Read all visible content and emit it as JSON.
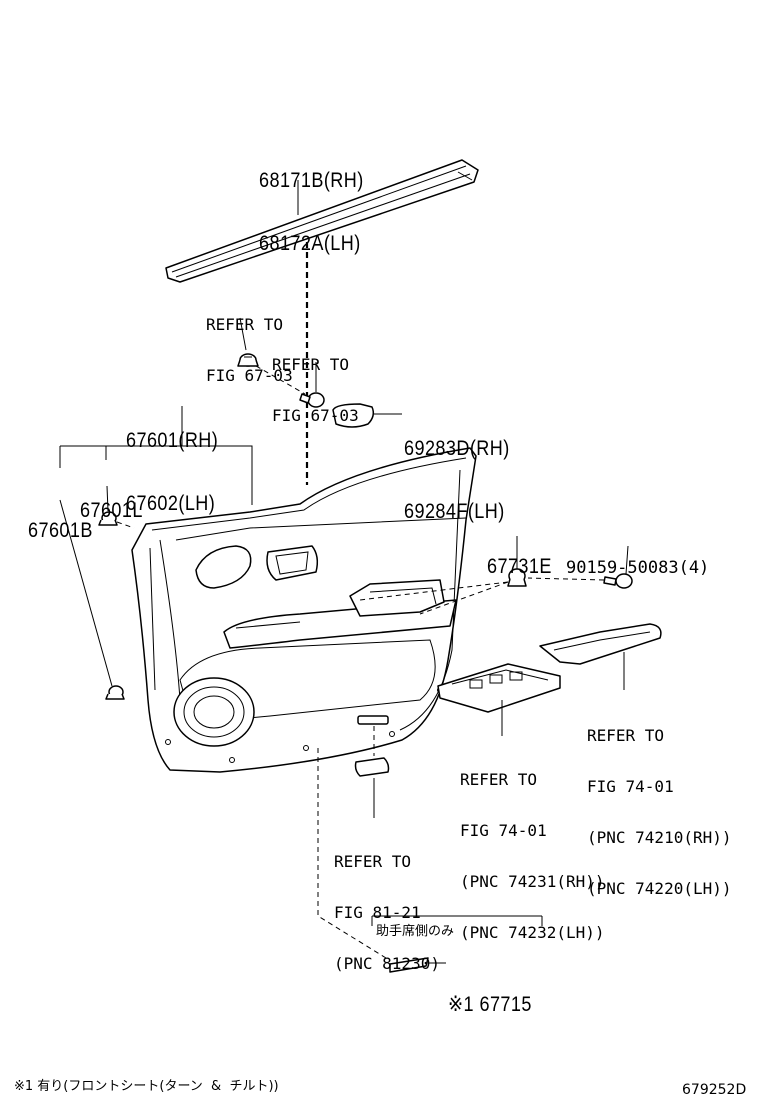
{
  "callouts": [
    {
      "id": "weatherstrip",
      "lines": [
        "68171B(RH)",
        "68172A(LH)"
      ]
    },
    {
      "id": "ref-67-03-a",
      "lines": [
        "REFER TO",
        "FIG 67-03"
      ]
    },
    {
      "id": "ref-67-03-b",
      "lines": [
        "REFER TO",
        "FIG 67-03"
      ]
    },
    {
      "id": "door-trim-board",
      "lines": [
        "67601(RH)",
        "67602(LH)"
      ]
    },
    {
      "id": "armrest-pad",
      "lines": [
        "69283D(RH)",
        "69284F(LH)"
      ]
    },
    {
      "id": "trim-sub-l",
      "lines": [
        "67601L"
      ]
    },
    {
      "id": "trim-sub-b",
      "lines": [
        "67601B"
      ]
    },
    {
      "id": "clip-67731e",
      "lines": [
        "67731E"
      ]
    },
    {
      "id": "screw-90159",
      "lines": [
        "90159-50083(4)"
      ]
    },
    {
      "id": "ref-74-01-panel",
      "lines": [
        "REFER TO",
        "FIG 74-01",
        "(PNC 74210(RH))",
        "(PNC 74220(LH))"
      ]
    },
    {
      "id": "ref-74-01-switch",
      "lines": [
        "REFER TO",
        "FIG 74-01",
        "(PNC 74231(RH))",
        "(PNC 74232(LH))"
      ]
    },
    {
      "id": "ref-81-21-lamp",
      "lines": [
        "REFER TO",
        "FIG 81-21",
        "(PNC 81230)"
      ]
    },
    {
      "id": "passenger-only",
      "lines": [
        "助手席側のみ"
      ]
    },
    {
      "id": "part-67715",
      "lines": [
        "※1 67715"
      ]
    }
  ],
  "footnote": "※1 有り(フロントシート(ターン  &  チルト))",
  "diagram_id": "679252D"
}
